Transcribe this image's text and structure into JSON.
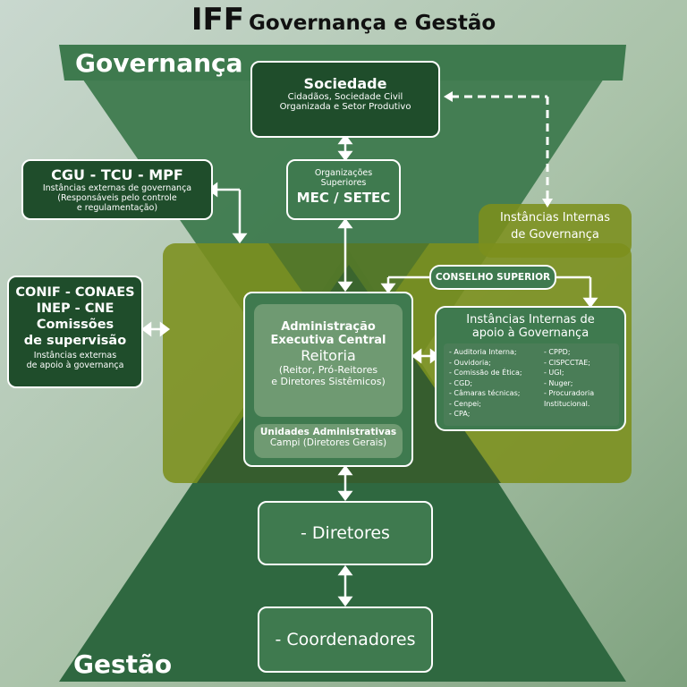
{
  "colors": {
    "dark_green": "#1f4d2b",
    "mid_green": "#3f7a4f",
    "olive": "#7a8f1e",
    "white": "#ffffff"
  },
  "title": {
    "main": "IFF",
    "sub": "Governança e Gestão"
  },
  "labels": {
    "governanca": "Governança",
    "gestao": "Gestão"
  },
  "sociedade": {
    "title": "Sociedade",
    "line1": "Cidadãos, Sociedade Civil",
    "line2": "Organizada e Setor Produtivo"
  },
  "cgu": {
    "title": "CGU - TCU - MPF",
    "line1": "Instâncias externas de governança",
    "line2": "(Responsáveis pelo controle",
    "line3": "e regulamentação)"
  },
  "mec": {
    "small1": "Organizações",
    "small2": "Superiores",
    "title": "MEC / SETEC"
  },
  "internas_label": {
    "line1": "Instâncias Internas",
    "line2": "de Governança"
  },
  "conif": {
    "line1": "CONIF - CONAES",
    "line2": "INEP - CNE",
    "line3": "Comissões",
    "line4": "de supervisão",
    "small1": "Instâncias externas",
    "small2": "de apoio à governança"
  },
  "conselho": {
    "label": "CONSELHO SUPERIOR"
  },
  "admin": {
    "line1": "Administração",
    "line2": "Executiva Central",
    "reitoria": "Reitoria",
    "sub1": "(Reitor, Pró-Reitores",
    "sub2": "e Diretores Sistêmicos)",
    "unidades1": "Unidades Administrativas",
    "unidades2": "Campi (Diretores Gerais)"
  },
  "apoio": {
    "title1": "Instâncias Internas de",
    "title2": "apoio à Governança",
    "left": [
      "- Auditoria Interna;",
      "- Ouvidoria;",
      "- Comissão de Ética;",
      "- CGD;",
      "- Câmaras técnicas;",
      "- Cenpei;",
      "- CPA;"
    ],
    "right": [
      "- CPPD;",
      "- CISPCCTAE;",
      "- UGI;",
      "- Nuger;",
      "- Procuradoria",
      "Institucional."
    ]
  },
  "diretores": {
    "label": "- Diretores"
  },
  "coordenadores": {
    "label": "- Coordenadores"
  }
}
